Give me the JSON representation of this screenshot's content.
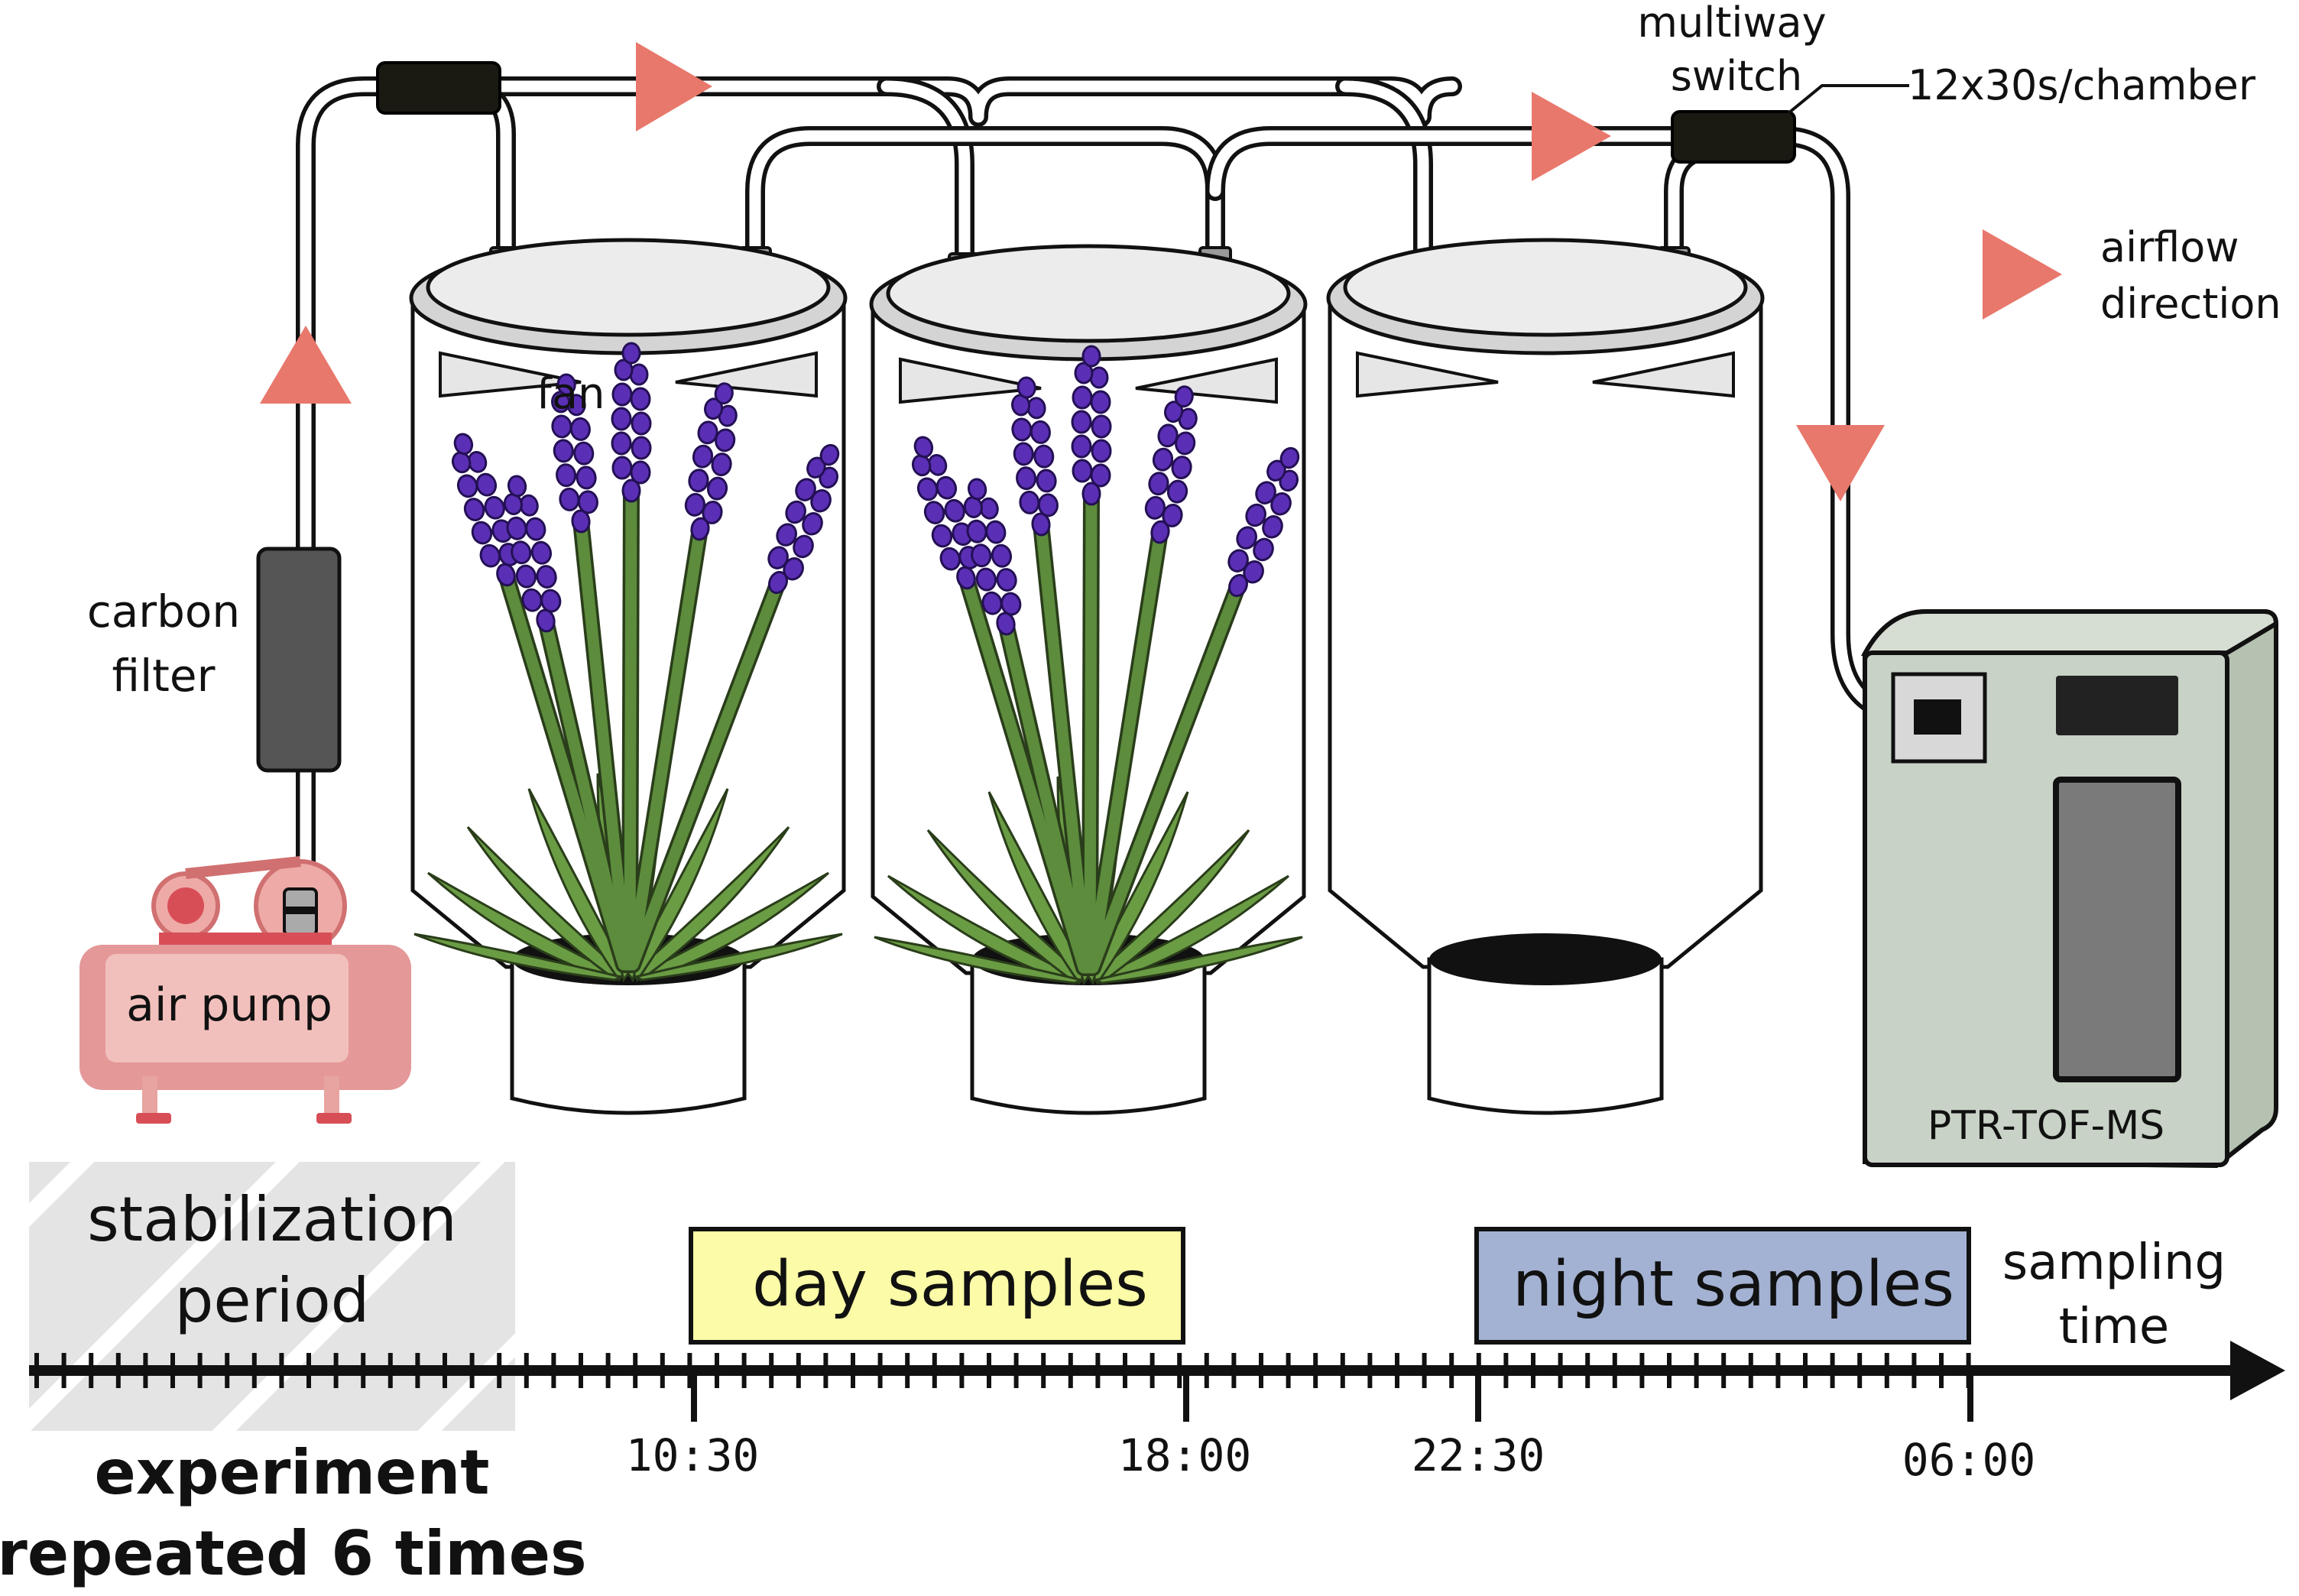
{
  "labels": {
    "multiway_switch_line1": "multiway",
    "multiway_switch_line2": "switch",
    "switch_timing": "12x30s/chamber",
    "airflow_line1": "airflow",
    "airflow_line2": "direction",
    "fan": "fan",
    "carbon_filter_line1": "carbon",
    "carbon_filter_line2": "filter",
    "air_pump": "air pump",
    "instrument": "PTR-TOF-MS"
  },
  "timeline": {
    "stabilization_line1": "stabilization",
    "stabilization_line2": "period",
    "day_samples": "day samples",
    "night_samples": "night samples",
    "axis_label_line1": "sampling",
    "axis_label_line2": "time",
    "ticks": [
      "10:30",
      "18:00",
      "22:30",
      "06:00"
    ],
    "note_line1": "experiment",
    "note_line2": "repeated 6 times"
  },
  "colors": {
    "arrow": "#e8786c",
    "pump": "#eeaaa6",
    "pump_dark": "#d84e57",
    "instrument": "#c8d2c6",
    "day_box": "#fbfba8",
    "night_box": "#a3b1d2",
    "flower": "#5b2fb5",
    "stem": "#5c8c3c",
    "stabilization": "#e4e4e4"
  },
  "icons": [
    "airflow-arrow-icon",
    "lavender-plant-icon",
    "chamber-icon",
    "fan-icon",
    "air-pump-icon",
    "carbon-filter-icon",
    "multiway-switch-icon",
    "ptr-tof-ms-icon"
  ]
}
